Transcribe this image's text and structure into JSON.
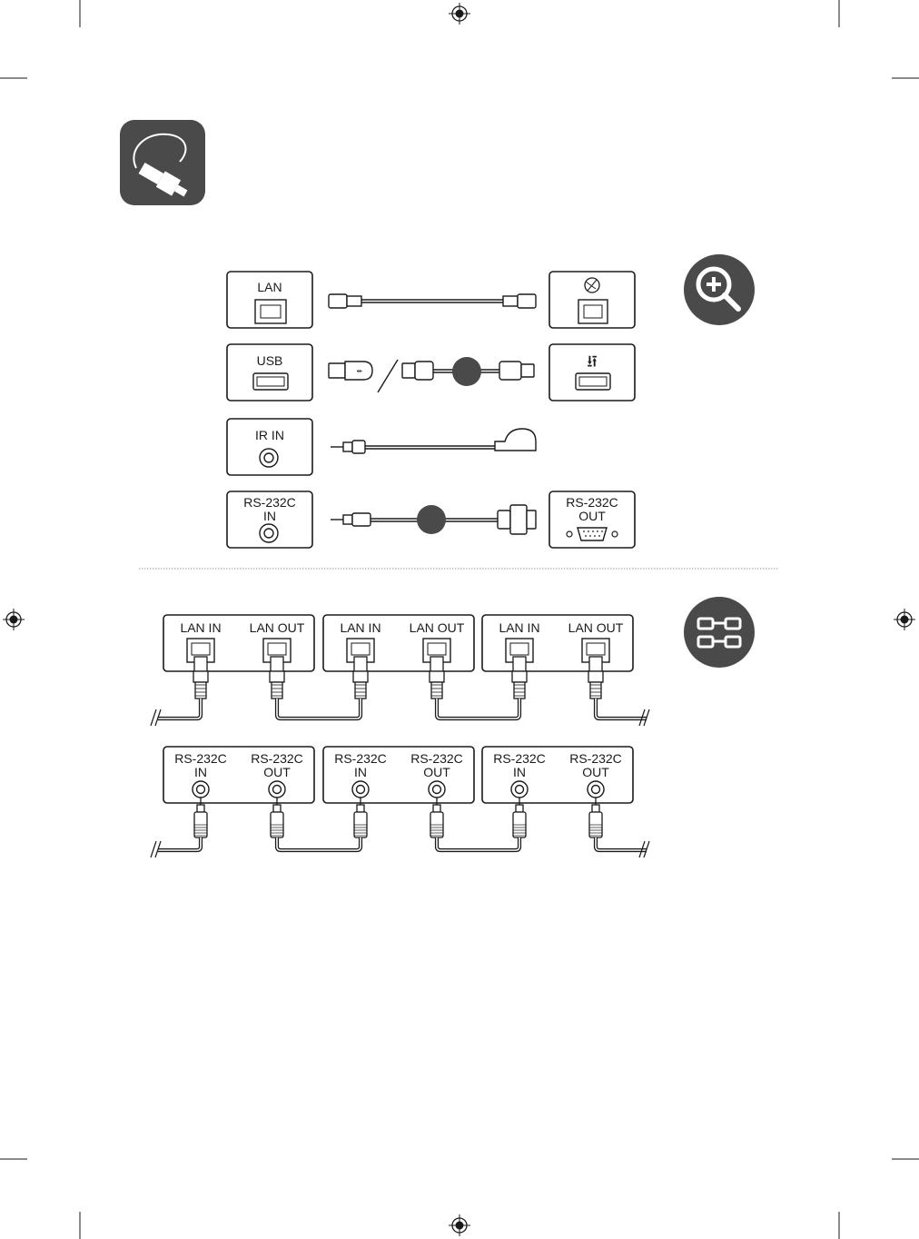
{
  "colors": {
    "ink": "#1a1a1a",
    "icon_bg": "#4a4a4a",
    "divider": "#9a9a9a"
  },
  "icons": {
    "header": "cable-plug-icon",
    "zoom": "zoom-in-icon",
    "daisy": "daisy-chain-icon",
    "register": "registration-mark-icon"
  },
  "ports": {
    "lan": "LAN",
    "usb": "USB",
    "ir_in": "IR IN",
    "rs232c_in": [
      "RS-232C",
      "IN"
    ],
    "rs232c_out": [
      "RS-232C",
      "OUT"
    ]
  },
  "chain": {
    "lan_labels": [
      "LAN IN",
      "LAN OUT"
    ],
    "rs_labels": [
      [
        "RS-232C",
        "IN"
      ],
      [
        "RS-232C",
        "OUT"
      ]
    ],
    "monitors": 3
  }
}
